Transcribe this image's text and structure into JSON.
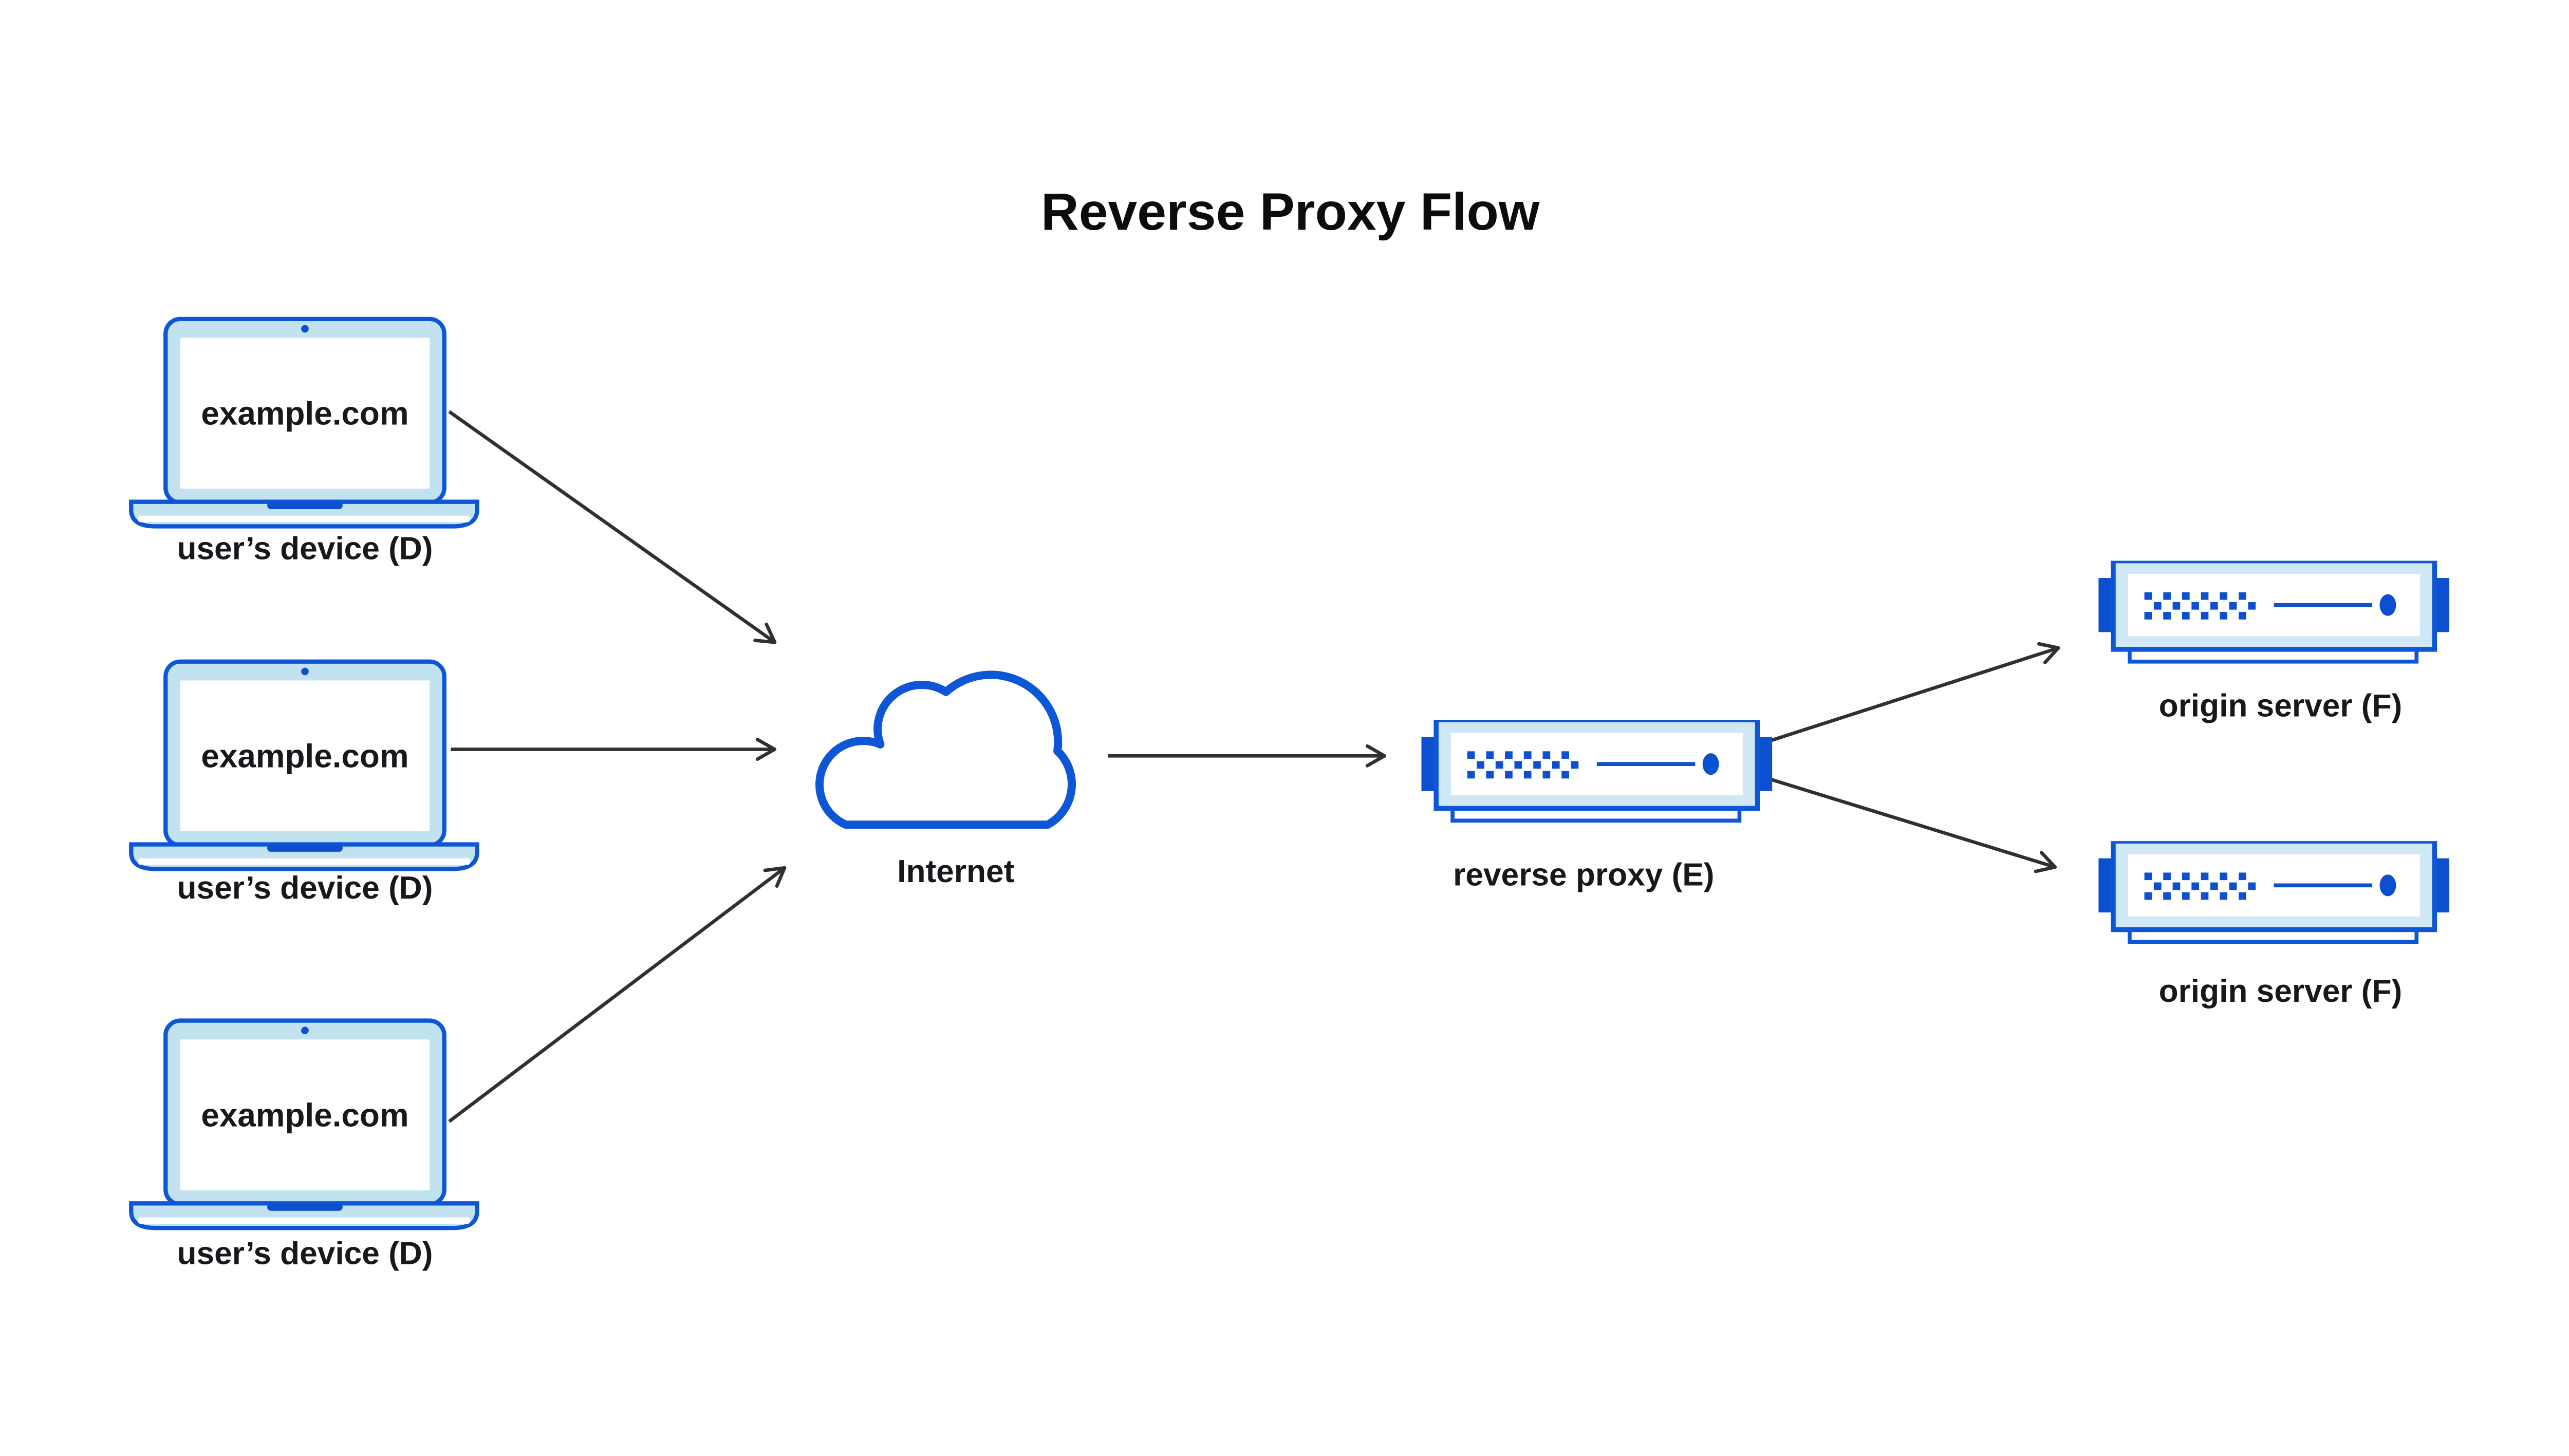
{
  "title": "Reverse Proxy Flow",
  "nodes": {
    "devices": [
      {
        "screen_text": "example.com",
        "label": "user’s device (D)"
      },
      {
        "screen_text": "example.com",
        "label": "user’s device (D)"
      },
      {
        "screen_text": "example.com",
        "label": "user’s device (D)"
      }
    ],
    "internet": {
      "label": "Internet"
    },
    "reverse_proxy": {
      "label": "reverse proxy (E)"
    },
    "origin_servers": [
      {
        "label": "origin server (F)"
      },
      {
        "label": "origin server (F)"
      }
    ]
  },
  "flows": [
    "device-1 to internet",
    "device-2 to internet",
    "device-3 to internet",
    "internet to reverse-proxy",
    "reverse-proxy to origin-server-1",
    "reverse-proxy to origin-server-2"
  ],
  "colors": {
    "stroke_blue": "#0D57D6",
    "fill_blue": "#0C50CF",
    "laptop_fill": "#C2E2F0",
    "server_fill": "#D0E8F3",
    "arrow": "#2E3033",
    "text": "#16181C",
    "title_color": "#0B0C0E",
    "background": "#FFFFFF"
  }
}
